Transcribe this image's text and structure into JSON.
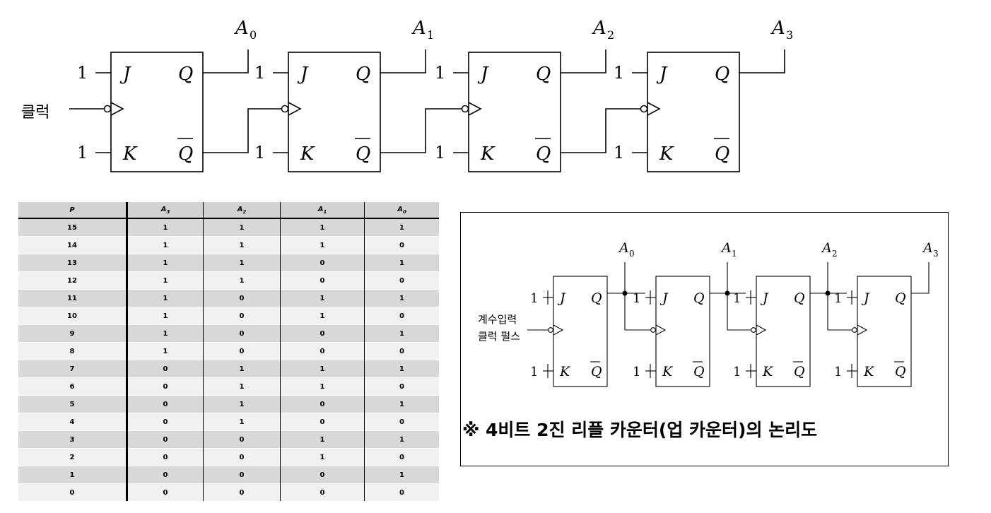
{
  "top_diagram": {
    "clock_label": "클럭",
    "input_one": "1",
    "outputs": [
      "A",
      "A",
      "A",
      "A"
    ],
    "output_subscripts": [
      "0",
      "1",
      "2",
      "3"
    ],
    "pin_j": "J",
    "pin_k": "K",
    "pin_q": "Q",
    "pin_qbar": "Q"
  },
  "table": {
    "headers": [
      "P",
      "A3",
      "A2",
      "A1",
      "A0"
    ],
    "header_main": [
      "P",
      "A",
      "A",
      "A",
      "A"
    ],
    "header_sub": [
      "",
      "3",
      "2",
      "1",
      "0"
    ],
    "rows": [
      [
        "15",
        "1",
        "1",
        "1",
        "1"
      ],
      [
        "14",
        "1",
        "1",
        "1",
        "0"
      ],
      [
        "13",
        "1",
        "1",
        "0",
        "1"
      ],
      [
        "12",
        "1",
        "1",
        "0",
        "0"
      ],
      [
        "11",
        "1",
        "0",
        "1",
        "1"
      ],
      [
        "10",
        "1",
        "0",
        "1",
        "0"
      ],
      [
        "9",
        "1",
        "0",
        "0",
        "1"
      ],
      [
        "8",
        "1",
        "0",
        "0",
        "0"
      ],
      [
        "7",
        "0",
        "1",
        "1",
        "1"
      ],
      [
        "6",
        "0",
        "1",
        "1",
        "0"
      ],
      [
        "5",
        "0",
        "1",
        "0",
        "1"
      ],
      [
        "4",
        "0",
        "1",
        "0",
        "0"
      ],
      [
        "3",
        "0",
        "0",
        "1",
        "1"
      ],
      [
        "2",
        "0",
        "0",
        "1",
        "0"
      ],
      [
        "1",
        "0",
        "0",
        "0",
        "1"
      ],
      [
        "0",
        "0",
        "0",
        "0",
        "0"
      ]
    ]
  },
  "right_diagram": {
    "clock_label_line1": "계수입력",
    "clock_label_line2": "클럭 펄스",
    "input_one": "1",
    "outputs": [
      "A",
      "A",
      "A",
      "A"
    ],
    "output_subscripts": [
      "0",
      "1",
      "2",
      "3"
    ],
    "pin_j": "J",
    "pin_k": "K",
    "pin_q": "Q",
    "pin_qbar": "Q",
    "caption": "※ 4비트 2진 리플 카운터(업 카운터)의 논리도"
  }
}
